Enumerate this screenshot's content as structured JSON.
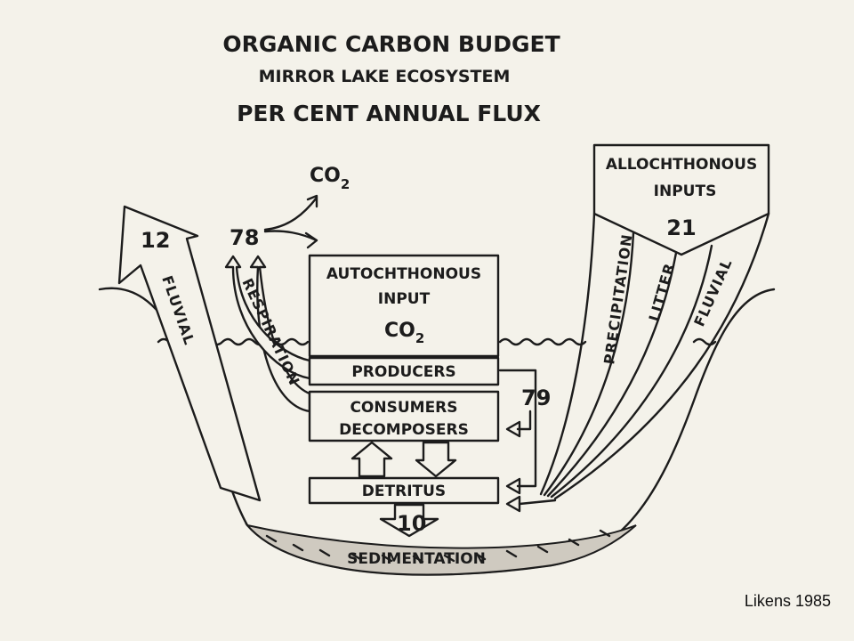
{
  "title": {
    "line1": "ORGANIC CARBON BUDGET",
    "line2": "MIRROR LAKE ECOSYSTEM",
    "line3": "PER CENT ANNUAL FLUX"
  },
  "nodes": {
    "co2_out": {
      "main": "CO",
      "sub": "2"
    },
    "autochthonous": {
      "line1": "AUTOCHTHONOUS",
      "line2": "INPUT",
      "co2": "CO",
      "co2_sub": "2"
    },
    "producers": "PRODUCERS",
    "consumers": {
      "line1": "CONSUMERS",
      "line2": "DECOMPOSERS"
    },
    "detritus": "DETRITUS",
    "sedimentation": "SEDIMENTATION",
    "allochthonous": {
      "line1": "ALLOCHTHONOUS",
      "line2": "INPUTS",
      "value": "21"
    }
  },
  "flows": {
    "fluvial_out": {
      "label": "FLUVIAL",
      "value": "12"
    },
    "respiration": {
      "label": "RESPIRATION",
      "value": "78"
    },
    "producers_to_detritus": {
      "value": "79"
    },
    "sedimentation": {
      "value": "10"
    },
    "precipitation_in": {
      "label": "PRECIPITATION"
    },
    "litter_in": {
      "label": "LITTER"
    },
    "fluvial_in": {
      "label": "FLUVIAL"
    }
  },
  "credit": "Likens 1985",
  "colors": {
    "ink": "#1c1c1c",
    "paper": "#f4f2ea"
  }
}
